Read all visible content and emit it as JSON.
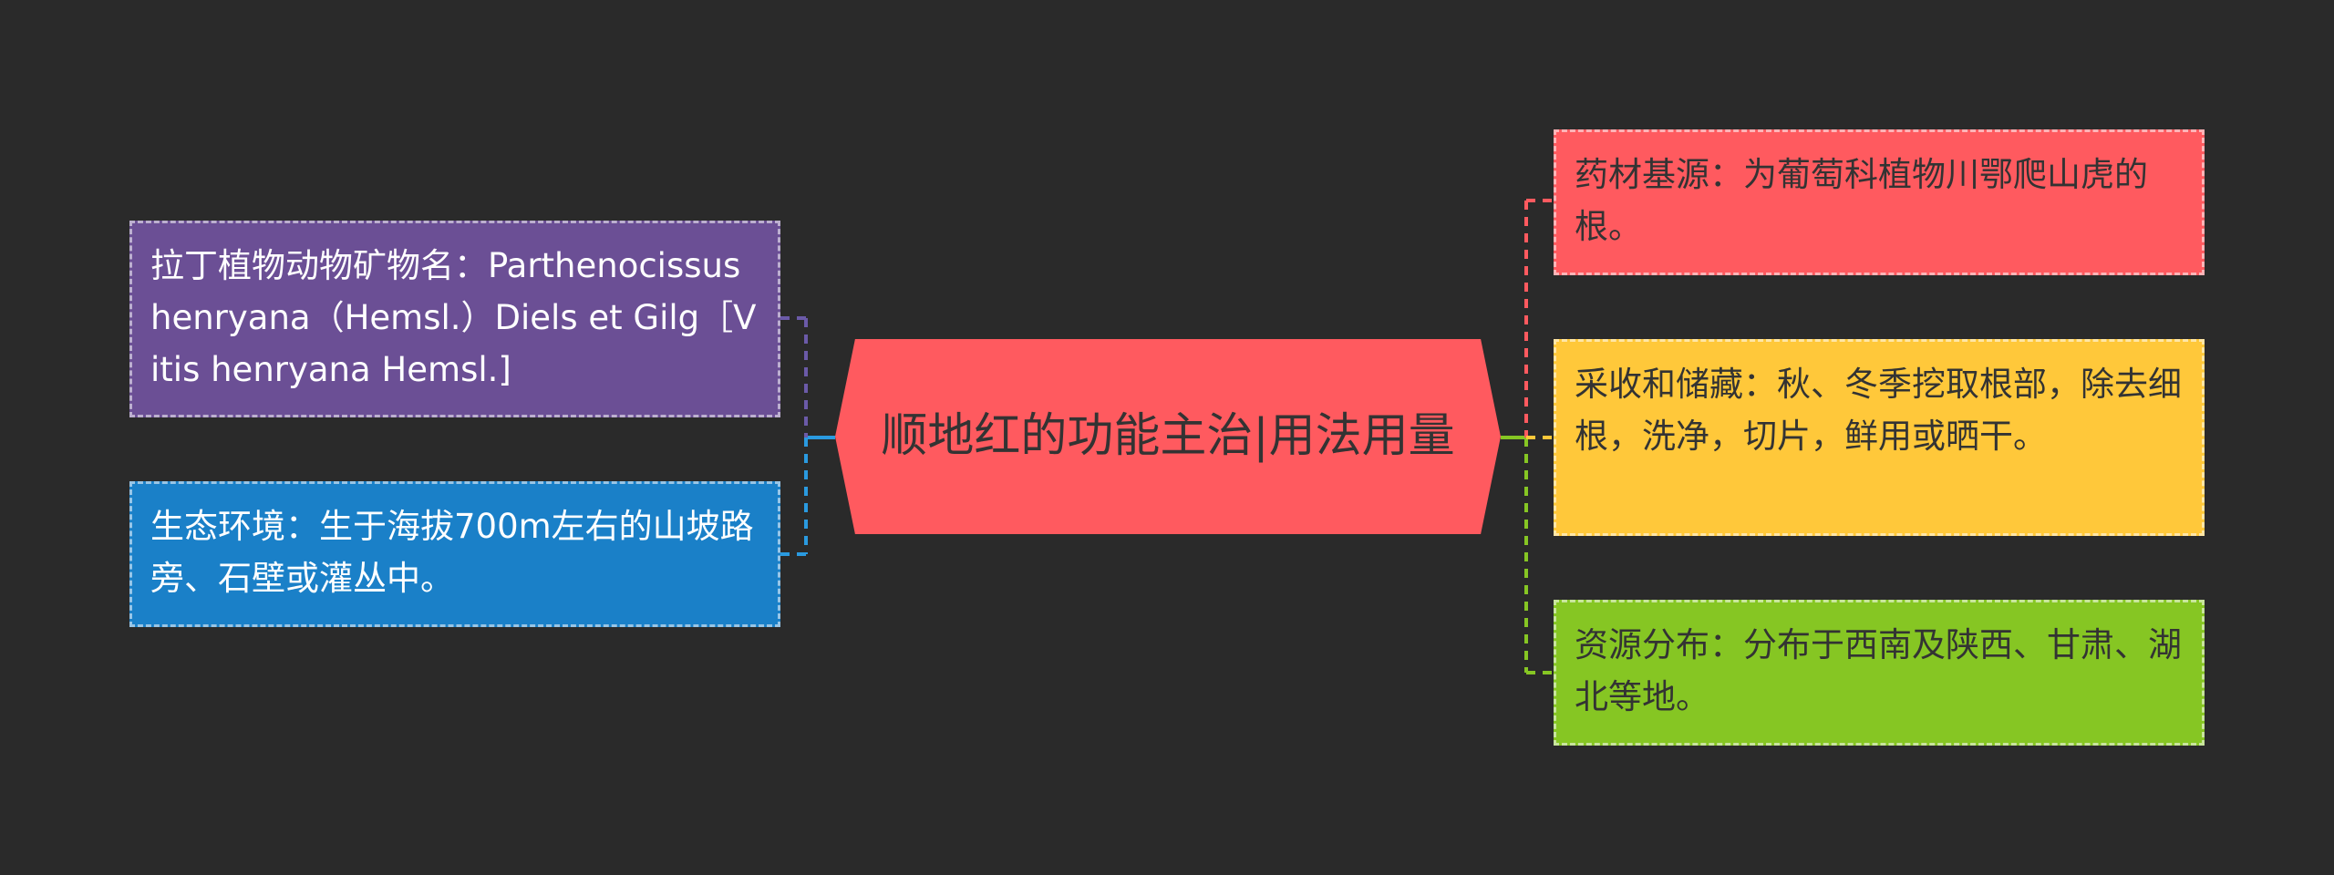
{
  "root": {
    "title": "顺地红的功能主治|用法用量",
    "color": "#ff5a5f"
  },
  "left_nodes": [
    {
      "text": "拉丁植物动物矿物名：Parthenocissus henryana（Hemsl.）Diels et Gilg［Vitis henryana Hemsl.]",
      "color": "#6b4f95",
      "line_color": "#6b5aa8"
    },
    {
      "text": "生态环境：生于海拔700m左右的山坡路旁、石壁或灌丛中。",
      "color": "#1a80c8",
      "line_color": "#2a9ae0"
    }
  ],
  "right_nodes": [
    {
      "text": "药材基源：为葡萄科植物川鄂爬山虎的根。",
      "color": "#ff5a5f",
      "line_color": "#ff5a5f"
    },
    {
      "text": "采收和储藏：秋、冬季挖取根部，除去细根，洗净，切片，鲜用或晒干。",
      "color": "#ffc83a",
      "line_color": "#ffc83a"
    },
    {
      "text": "资源分布：分布于西南及陕西、甘肃、湖北等地。",
      "color": "#86c623",
      "line_color": "#86c623"
    }
  ],
  "connector_colors": {
    "left_trunk": "#2a9ae0",
    "right_trunk": "#86c623"
  }
}
